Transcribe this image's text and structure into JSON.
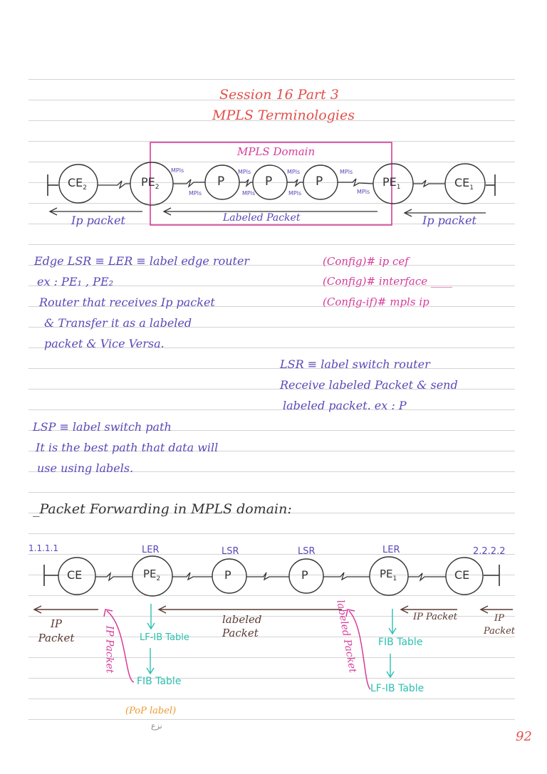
{
  "page": {
    "title": "Session 16 Part 3",
    "subtitle": "MPLS Terminologies",
    "page_number": "92",
    "colors": {
      "title": "#e0504a",
      "notes": "#5a48b8",
      "config": "#d63c9a",
      "tables": "#2cc0b0",
      "packets": "#5a3a32",
      "pop_label": "#ee9a30",
      "ruled_line": "#d4d4d4"
    }
  },
  "topology1": {
    "domain_label": "MPLS Domain",
    "nodes": [
      "CE2",
      "PE2",
      "P",
      "P",
      "P",
      "PE1",
      "CE1"
    ],
    "node_labels": {
      "ce2": "CE",
      "ce2_sub": "2",
      "pe2": "PE",
      "pe2_sub": "2",
      "p1": "P",
      "p2": "P",
      "p3": "P",
      "pe1": "PE",
      "pe1_sub": "1",
      "ce1": "CE",
      "ce1_sub": "1"
    },
    "link_label": "MPls",
    "arrows": {
      "left": "Ip packet",
      "middle": "Labeled Packet",
      "right": "Ip packet"
    }
  },
  "notes": {
    "edge_lsr": {
      "line1": "Edge LSR ≡ LER ≡ label edge router",
      "line2": "ex : PE₁ , PE₂",
      "line3": "Router that receives Ip packet",
      "line4": "& Transfer it as a labeled",
      "line5": "packet & Vice Versa."
    },
    "config": {
      "line1": "(Config)# ip cef",
      "line2": "(Config)# interface ____",
      "line3": "(Config-if)# mpls  ip"
    },
    "lsr": {
      "line1": "LSR ≡ label switch router",
      "line2": "Receive labeled Packet & send",
      "line3": "labeled packet.  ex : P"
    },
    "lsp": {
      "line1": "LSP ≡ label switch path",
      "line2": "It is the best path that data will",
      "line3": "use using labels."
    }
  },
  "forwarding": {
    "heading": "_Packet Forwarding in MPLS domain:",
    "left_ip": "1.1.1.1",
    "right_ip": "2.2.2.2",
    "roles": [
      "LER",
      "LSR",
      "LSR",
      "LER"
    ],
    "node_labels": {
      "ce_left": "CE",
      "pe2": "PE",
      "pe2_sub": "2",
      "p1": "P",
      "p2": "P",
      "pe1": "PE",
      "pe1_sub": "1",
      "ce_right": "CE"
    },
    "arrows": {
      "far_left": "IP Packet",
      "middle": "labeled Packet",
      "pe1_in": "IP Packet",
      "far_right": "IP Packet"
    },
    "pe2_flow": {
      "first": "LF-IB Table",
      "second": "FIB Table",
      "curve_label": "IP Packet",
      "action": "(PoP label)",
      "action_arabic": "نزع"
    },
    "pe1_flow": {
      "first": "FIB Table",
      "second": "LF-IB Table",
      "curve_label": "labeled Packet"
    }
  }
}
